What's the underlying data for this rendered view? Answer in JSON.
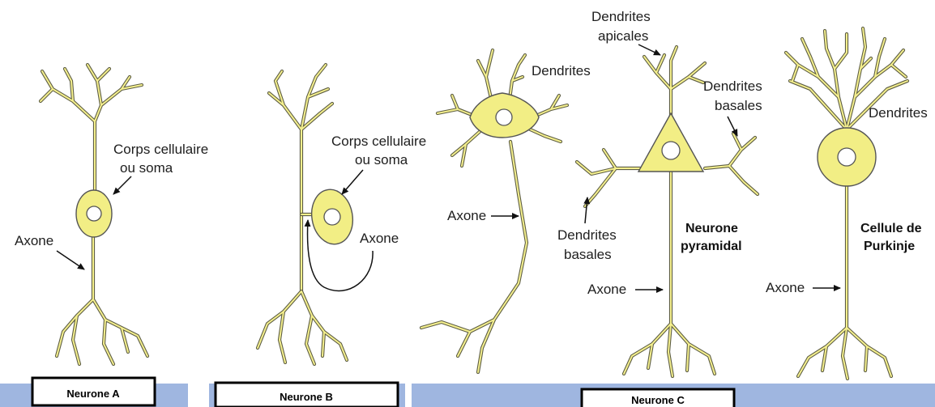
{
  "labels": {
    "neurone_a": "Neurone A",
    "neurone_b": "Neurone B",
    "neurone_c": "Neurone C",
    "corps_a_l1": "Corps cellulaire",
    "corps_a_l2": "ou soma",
    "axone_a": "Axone",
    "corps_b_l1": "Corps cellulaire",
    "corps_b_l2": "ou soma",
    "axone_b": "Axone",
    "dendrites_c1": "Dendrites",
    "axone_c1": "Axone",
    "dendrites_apicales_l1": "Dendrites",
    "dendrites_apicales_l2": "apicales",
    "dendrites_basales_right_l1": "Dendrites",
    "dendrites_basales_right_l2": "basales",
    "dendrites_basales_left_l1": "Dendrites",
    "dendrites_basales_left_l2": "basales",
    "pyramidal_l1": "Neurone",
    "pyramidal_l2": "pyramidal",
    "axone_pyramidal": "Axone",
    "dendrites_purkinje": "Dendrites",
    "purkinje_l1": "Cellule de",
    "purkinje_l2": "Purkinje",
    "axone_purkinje": "Axone"
  },
  "colors": {
    "cell_fill": "#f2ee85",
    "ground": "#9fb6e0",
    "text": "#1e1e1e"
  }
}
